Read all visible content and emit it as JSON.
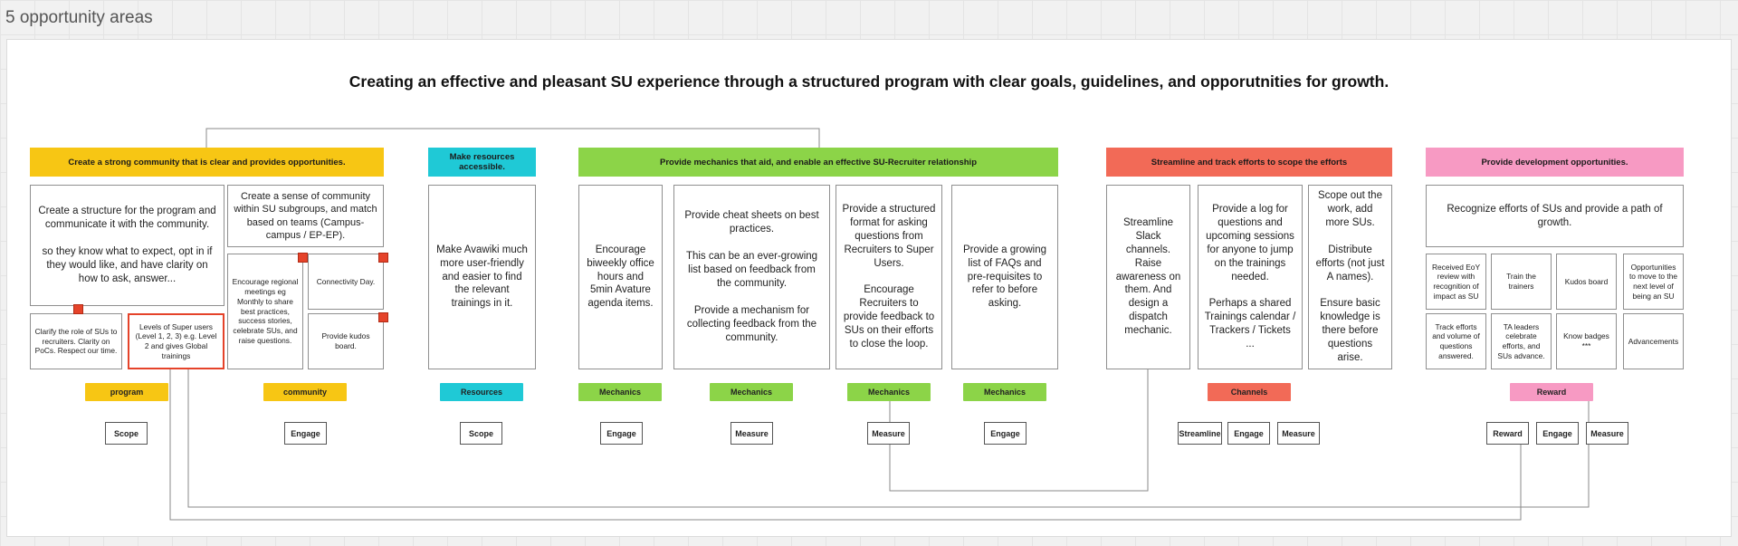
{
  "frame": {
    "title": "5 opportunity areas"
  },
  "headline": "Creating an effective and pleasant SU experience through a structured program with clear goals, guidelines, and opporutnities for growth.",
  "colors": {
    "yellow": "#f7c614",
    "cyan": "#1fc9d6",
    "green": "#8cd448",
    "red": "#f26a57",
    "pink": "#f79ac3",
    "highlight": "#e5432a"
  },
  "banners": [
    "Create a strong community that is clear and provides opportunities.",
    "Make resources accessible.",
    "Provide mechanics that aid, and enable an effective SU-Recruiter relationship",
    "Streamline and track efforts to scope the efforts",
    "Provide development opportunities."
  ],
  "cards": {
    "structure": "Create a structure for the program and communicate it with the community.\n\nso they know what to expect, opt in if they would like, and have clarity on how to ask, answer...",
    "community_sense": "Create a sense of community within SU subgroups, and match based on teams (Campus-campus / EP-EP).",
    "clarify_role": "Clarify the role of SUs to recruiters. Clarity on PoCs. Respect our time.",
    "levels": "Levels of Super users (Level 1, 2, 3) e.g. Level 2 and gives Global trainings",
    "regional_meetings": "Encourage regional meetings eg Monthly to share best practices, success stories, celebrate SUs, and raise questions.",
    "connectivity_day": "Connectivity Day.",
    "kudos_board": "Provide kudos board.",
    "avawiki": "Make Avawiki much more user-friendly and easier to find the relevant trainings in it.",
    "office_hours": "Encourage biweekly office hours and 5min Avature agenda items.",
    "cheat_sheets": "Provide cheat sheets on best practices.\n\nThis can be an ever-growing list based on feedback from the community.\n\nProvide a mechanism for collecting feedback from the community.",
    "structured_format": "Provide a structured format for asking questions from Recruiters to Super Users.\n\nEncourage Recruiters to provide feedback to SUs on their efforts to close the loop.",
    "faqs": "Provide a growing list of FAQs and pre-requisites to refer to before asking.",
    "slack": "Streamline Slack channels. Raise awareness on them. And design a dispatch mechanic.",
    "log": "Provide a log for questions and upcoming sessions for anyone to jump on the trainings needed.\n\nPerhaps a shared Trainings calendar / Trackers / Tickets ...",
    "scope_work": "Scope out the work, add more SUs.\n\nDistribute efforts (not just A names).\n\nEnsure basic knowledge is there before questions arise.",
    "recognize": "Recognize efforts of SUs and provide a path of growth.",
    "eoy_review": "Received EoY review with recognition of impact as SU",
    "train_trainers": "Train the trainers",
    "kudos_board_dev": "Kudos board",
    "next_level": "Opportunities to move to the next level of being an SU",
    "track_efforts": "Track efforts and volume of questions answered.",
    "ta_leaders": "TA leaders celebrate efforts, and SUs advance.",
    "know_badges": "Know badges\n***",
    "advancements": "Advancements"
  },
  "tags": [
    "program",
    "community",
    "Resources",
    "Mechanics",
    "Mechanics",
    "Mechanics",
    "Mechanics",
    "Channels",
    "Reward"
  ],
  "pills": [
    "Scope",
    "Engage",
    "Scope",
    "Engage",
    "Measure",
    "Measure",
    "Engage",
    "Streamline",
    "Engage",
    "Measure",
    "Reward",
    "Engage",
    "Measure"
  ]
}
